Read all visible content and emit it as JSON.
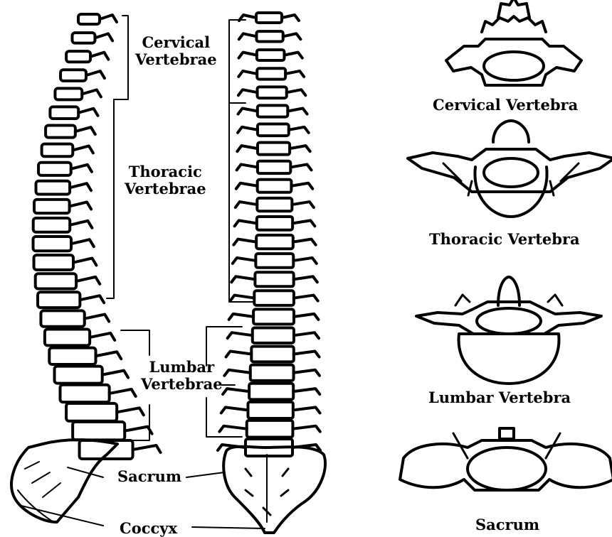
{
  "labels": {
    "cervical_vertebrae_line1": "Cervical",
    "cervical_vertebrae_line2": "Vertebrae",
    "thoracic_vertebrae_line1": "Thoracic",
    "thoracic_vertebrae_line2": "Vertebrae",
    "lumbar_vertebrae_line1": "Lumbar",
    "lumbar_vertebrae_line2": "Vertebrae",
    "sacrum": "Sacrum",
    "coccyx": "Coccyx"
  },
  "vertebra_types": {
    "cervical": "Cervical Vertebra",
    "thoracic": "Thoracic Vertebra",
    "lumbar": "Lumbar Vertebra",
    "sacrum": "Sacrum"
  },
  "colors": {
    "ink": "#000000",
    "background": "#ffffff"
  }
}
